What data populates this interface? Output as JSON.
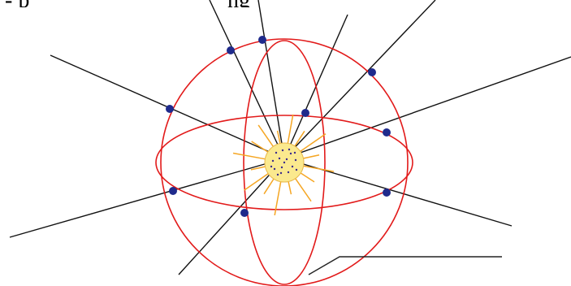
{
  "heading": {
    "left_fragment": "- p",
    "right_fragment": "ng"
  },
  "colors": {
    "sphere_outline": "#e21a1a",
    "field_lines": "#111111",
    "intersection_points": "#1f2a8c",
    "source_fill": "#fbe98e",
    "source_rays": "#f5a623",
    "source_dots": "#3a2a8c",
    "pointer_line": "#222222"
  },
  "diagram": {
    "elements": [
      "sphere",
      "equator",
      "meridian",
      "charged-source",
      "field-lines",
      "intersection-points",
      "pointer-line"
    ],
    "field_line_count": 8,
    "intersection_point_count": 9,
    "source_ray_count": 16
  }
}
